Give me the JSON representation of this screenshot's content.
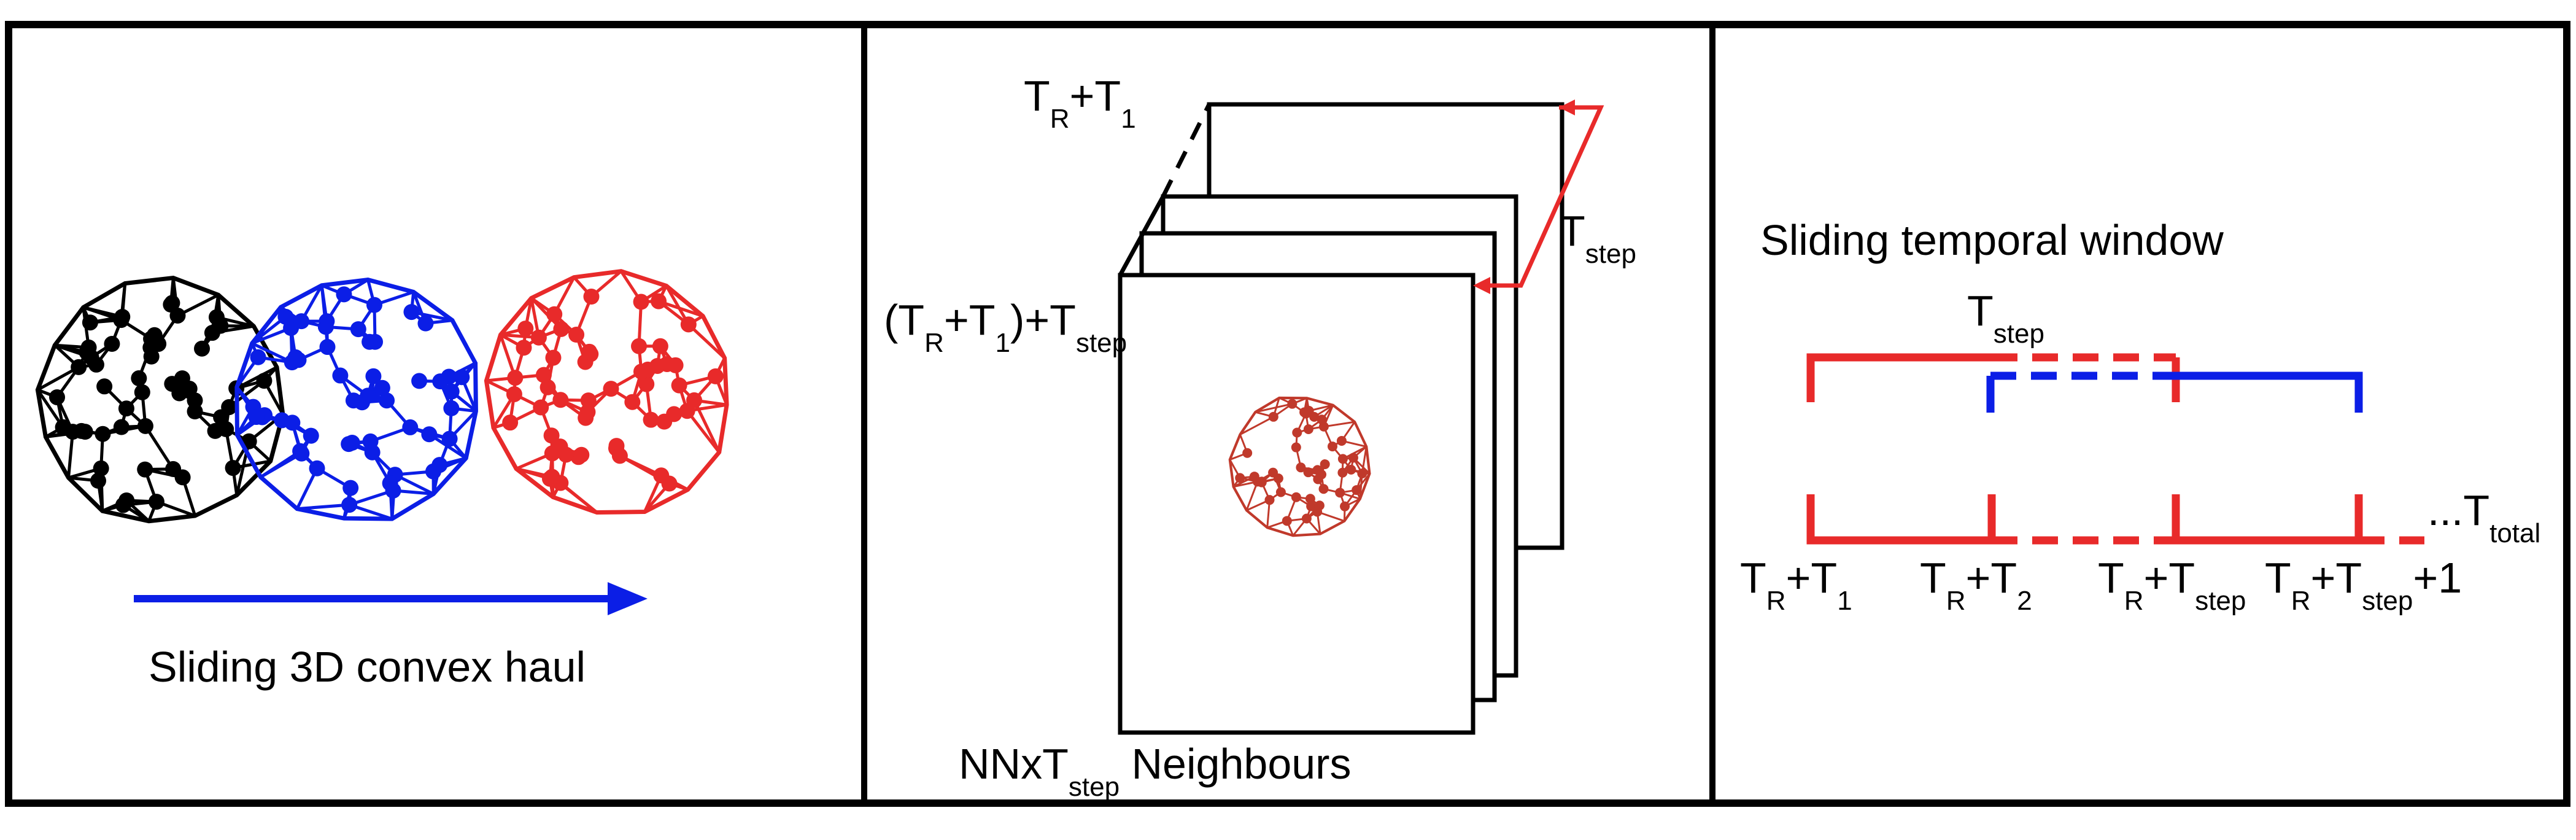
{
  "panel_left": {
    "caption": "Sliding 3D convex haul",
    "arrow_color": "#0b1ee6",
    "hull_colors": [
      "#000000",
      "#0b1ee6",
      "#e82a2a"
    ]
  },
  "panel_middle": {
    "label_top": {
      "a": "T",
      "a_sub": "R",
      "plus": "+T",
      "b_sub": "1"
    },
    "label_mid": {
      "open": "(T",
      "a_sub": "R",
      "plus": "+T",
      "b_sub": "1",
      "close": ")+T",
      "c_sub": "step"
    },
    "label_tstep": {
      "base": "T",
      "sub": "step"
    },
    "label_bottom": {
      "pre": "NNxT",
      "sub": "step",
      "post": " Neighbours"
    },
    "arrow_color": "#e82a2a",
    "hull_color": "#c0392b"
  },
  "panel_right": {
    "title": "Sliding temporal window",
    "tstep": {
      "base": "T",
      "sub": "step"
    },
    "ttotal": {
      "base": "...T",
      "sub": "total"
    },
    "ticks": [
      {
        "base": "T",
        "sub1": "R",
        "mid": "+T",
        "sub2": "1",
        "post": ""
      },
      {
        "base": "T",
        "sub1": "R",
        "mid": "+T",
        "sub2": "2",
        "post": ""
      },
      {
        "base": "T",
        "sub1": "R",
        "mid": "+T",
        "sub2": "step",
        "post": ""
      },
      {
        "base": "T",
        "sub1": "R",
        "mid": "+T",
        "sub2": "step",
        "post": "+1"
      }
    ],
    "red": "#e82a2a",
    "blue": "#0b1ee6"
  }
}
